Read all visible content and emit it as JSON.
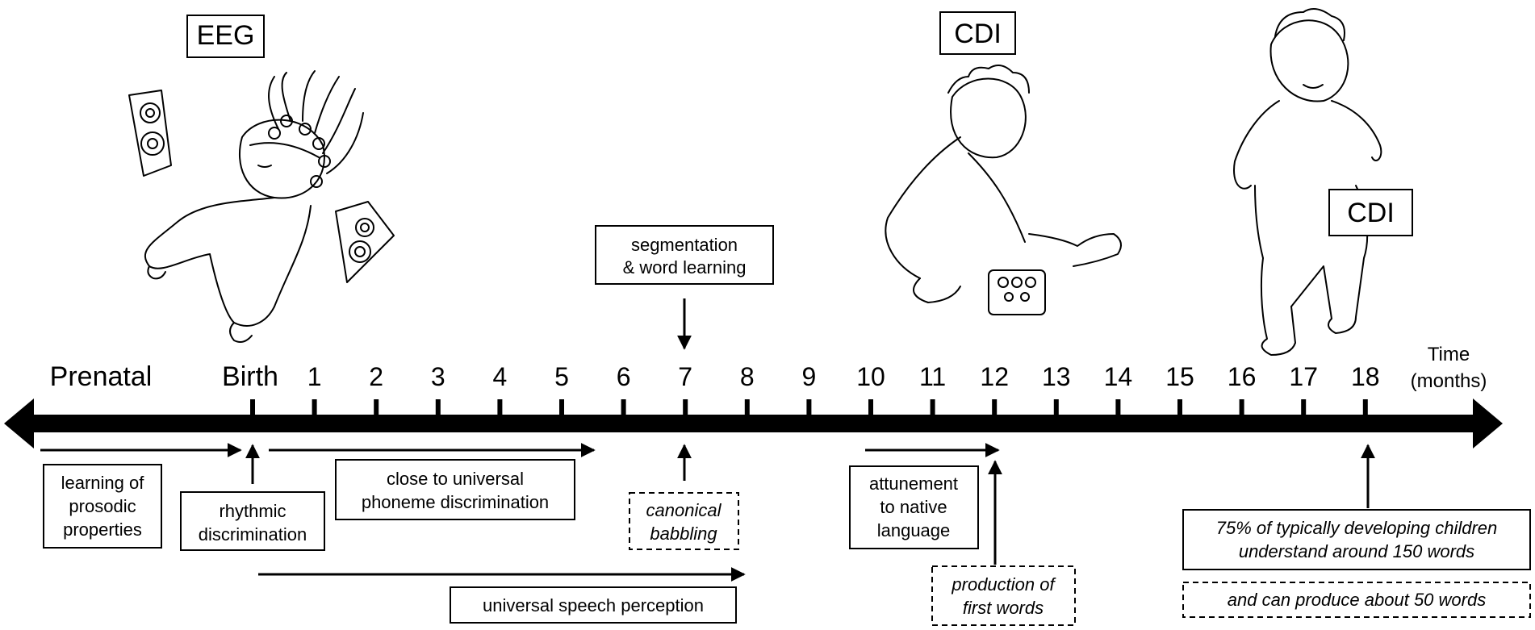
{
  "illustration_labels": {
    "eeg": "EEG",
    "cdi_toddler": "CDI",
    "cdi_walker": "CDI"
  },
  "timeline": {
    "prenatal": "Prenatal",
    "birth": "Birth",
    "months": [
      "1",
      "2",
      "3",
      "4",
      "5",
      "6",
      "7",
      "8",
      "9",
      "10",
      "11",
      "12",
      "13",
      "14",
      "15",
      "16",
      "17",
      "18"
    ],
    "time_label_1": "Time",
    "time_label_2": "(months)"
  },
  "milestones": {
    "segmentation": [
      "segmentation",
      "& word learning"
    ],
    "prosodic": [
      "learning of",
      "prosodic",
      "properties"
    ],
    "rhythmic": [
      "rhythmic",
      "discrimination"
    ],
    "phoneme": [
      "close to universal",
      "phoneme discrimination"
    ],
    "babbling": [
      "canonical",
      "babbling"
    ],
    "attunement": [
      "attunement",
      "to native",
      "language"
    ],
    "first_words": [
      "production of",
      "first words"
    ],
    "understand": [
      "75% of typically developing children",
      "understand around 150 words"
    ],
    "produce": "and can produce about 50 words",
    "universal": "universal speech perception"
  },
  "colors": {
    "ink": "#000000",
    "background": "#ffffff"
  },
  "icons": [
    "speaker-icon",
    "infant-eeg-drawing",
    "toddler-drawing",
    "walking-child-drawing"
  ]
}
